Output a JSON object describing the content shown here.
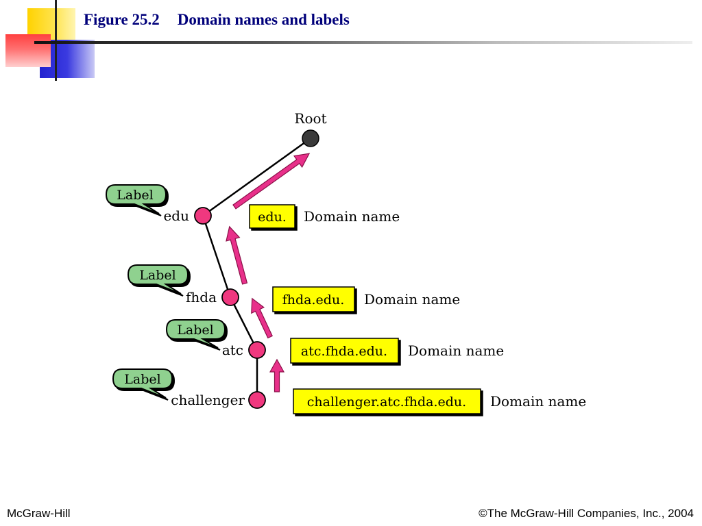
{
  "title": {
    "figure": "Figure 25.2",
    "caption": "Domain names and labels"
  },
  "diagram": {
    "root_label": "Root",
    "nodes": [
      {
        "label": "edu",
        "tag": "Label",
        "domain": "edu.",
        "domain_caption": "Domain name"
      },
      {
        "label": "fhda",
        "tag": "Label",
        "domain": "fhda.edu.",
        "domain_caption": "Domain name"
      },
      {
        "label": "atc",
        "tag": "Label",
        "domain": "atc.fhda.edu.",
        "domain_caption": "Domain name"
      },
      {
        "label": "challenger",
        "tag": "Label",
        "domain": "challenger.atc.fhda.edu.",
        "domain_caption": "Domain name"
      }
    ],
    "colors": {
      "node": "#f0387f",
      "root": "#3a3a3a",
      "arrow": "#e8308a",
      "bubble": "#8fd18f",
      "domain_box": "#ffff00"
    }
  },
  "footer": {
    "left": "McGraw-Hill",
    "right": "©The McGraw-Hill Companies, Inc., 2004"
  }
}
